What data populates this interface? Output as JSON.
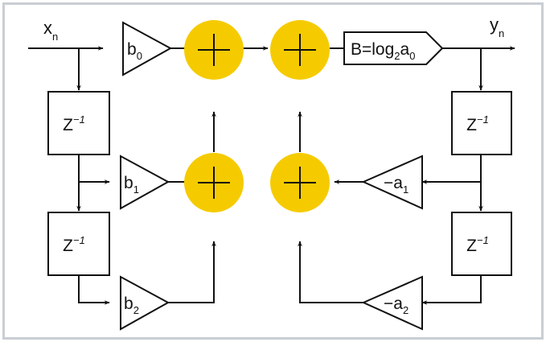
{
  "diagram": {
    "input_label": "x",
    "input_sub": "n",
    "output_label": "y",
    "output_sub": "n",
    "delay_label": "Z",
    "delay_exp": "−1",
    "gains": {
      "b0": {
        "main": "b",
        "sub": "0"
      },
      "b1": {
        "main": "b",
        "sub": "1"
      },
      "b2": {
        "main": "b",
        "sub": "2"
      },
      "a1": {
        "main": "−a",
        "sub": "1"
      },
      "a2": {
        "main": "−a",
        "sub": "2"
      }
    },
    "shift_block": {
      "pre": "B=log",
      "sub1": "2",
      "mid": "a",
      "sub2": "0"
    },
    "adder_symbol": "+",
    "colors": {
      "adder": "#F5CB00",
      "frame_border": "#C9CED3",
      "line": "#111111",
      "background": "#ffffff"
    }
  }
}
